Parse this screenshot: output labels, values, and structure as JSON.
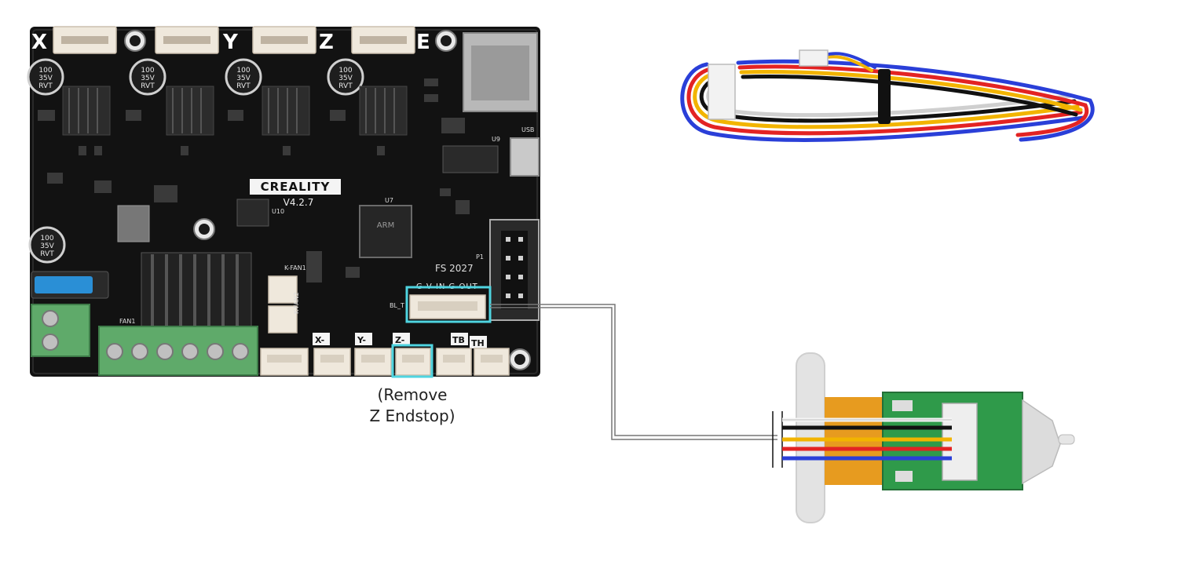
{
  "board": {
    "brand": "CREALITY",
    "version": "V4.2.7",
    "axis_labels": [
      "X",
      "Y",
      "Z",
      "E"
    ],
    "endstop_labels": [
      "X-",
      "Y-",
      "Z-",
      "TB",
      "TH"
    ],
    "cap_text": [
      "100",
      "35V",
      "RVT"
    ],
    "chip_u7": "U7",
    "chip_u10": "U10",
    "chip_u9": "U9",
    "usb": "USB",
    "fs": "FS 2027",
    "p1": "P1",
    "pin_header_label": "G V IN G OUT",
    "bl_t": "BL_T",
    "kfan1": "K-FAN1",
    "kfan2": "K-FAN2",
    "fan1": "FAN1",
    "arm": "ARM"
  },
  "caption": {
    "line1": "(Remove",
    "line2": "Z Endstop)"
  },
  "colors": {
    "highlight": "#4fd4e0",
    "pcb": "#111111",
    "terminal": "#5faa6a",
    "fuse": "#2a8fd6",
    "wire_black": "#111111",
    "wire_white": "#f5f5f5",
    "wire_yellow": "#f2b400",
    "wire_red": "#e32323",
    "wire_blue": "#2a3fd8"
  },
  "icons": {
    "cable": "cable-bundle-icon",
    "probe": "bltouch-probe-icon"
  }
}
